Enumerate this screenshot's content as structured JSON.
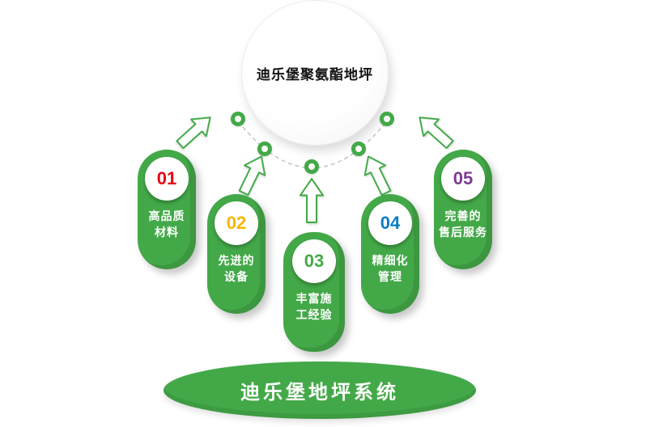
{
  "main_circle": {
    "title": "迪乐堡聚氨酯地坪"
  },
  "footer": {
    "title": "迪乐堡地坪系统"
  },
  "colors": {
    "brand_green": "#43a948",
    "arc_gray": "#c2c2c2",
    "number_01": "#e60012",
    "number_02": "#f8b500",
    "number_03": "#43a948",
    "number_04": "#0b7ec1",
    "number_05": "#7d3a96"
  },
  "items": [
    {
      "number": "01",
      "label": "高品质\n材料",
      "number_color": "#e60012"
    },
    {
      "number": "02",
      "label": "先进的\n设备",
      "number_color": "#f8b500"
    },
    {
      "number": "03",
      "label": "丰富施\n工经验",
      "number_color": "#43a948"
    },
    {
      "number": "04",
      "label": "精细化\n管理",
      "number_color": "#0b7ec1"
    },
    {
      "number": "05",
      "label": "完善的\n售后服务",
      "number_color": "#7d3a96"
    }
  ]
}
